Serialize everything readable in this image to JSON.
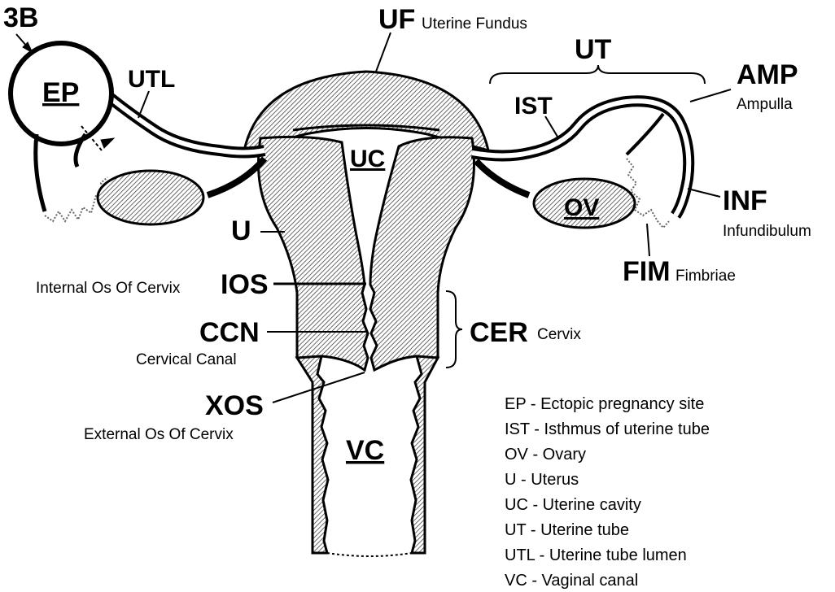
{
  "labels": {
    "fig_ref": "3B",
    "ep": "EP",
    "utl": "UTL",
    "uf": "UF",
    "uf_full": "Uterine Fundus",
    "ut": "UT",
    "ist": "IST",
    "amp": "AMP",
    "amp_full": "Ampulla",
    "uc": "UC",
    "ov": "OV",
    "inf": "INF",
    "inf_full": "Infundibulum",
    "fim": "FIM",
    "fim_full": "Fimbriae",
    "u": "U",
    "ios": "IOS",
    "ios_full": "Internal Os Of Cervix",
    "ccn": "CCN",
    "ccn_full": "Cervical Canal",
    "cer": "CER",
    "cer_full": "Cervix",
    "xos": "XOS",
    "xos_full": "External Os Of Cervix",
    "vc": "VC"
  },
  "legend": [
    "EP - Ectopic pregnancy site",
    "IST - Isthmus of uterine tube",
    "OV - Ovary",
    "U - Uterus",
    "UC - Uterine cavity",
    "UT - Uterine tube",
    "UTL - Uterine tube lumen",
    "VC - Vaginal canal"
  ]
}
